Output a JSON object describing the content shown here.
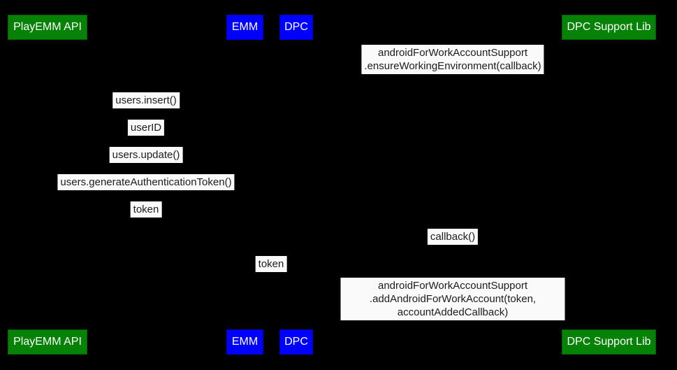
{
  "diagram": {
    "type": "sequence-diagram",
    "colors": {
      "background": "#000000",
      "actor_green": "#068206",
      "actor_blue": "#0000ff",
      "actor_text": "#ffffff",
      "message_background": "#fafafa",
      "message_text": "#1c1c1c"
    },
    "participants": [
      {
        "label": "PlayEMM API",
        "color": "#068206"
      },
      {
        "label": "EMM",
        "color": "#0000ff"
      },
      {
        "label": "DPC",
        "color": "#0000ff"
      },
      {
        "label": "DPC Support Lib",
        "color": "#068206"
      }
    ],
    "messages": [
      {
        "text": "androidForWorkAccountSupport\n.ensureWorkingEnvironment(callback)"
      },
      {
        "text": "users.insert()"
      },
      {
        "text": "userID"
      },
      {
        "text": "users.update()"
      },
      {
        "text": "users.generateAuthenticationToken()"
      },
      {
        "text": "token"
      },
      {
        "text": "callback()"
      },
      {
        "text": "token"
      },
      {
        "text": "androidForWorkAccountSupport\n.addAndroidForWorkAccount(token, accountAddedCallback)"
      }
    ]
  }
}
